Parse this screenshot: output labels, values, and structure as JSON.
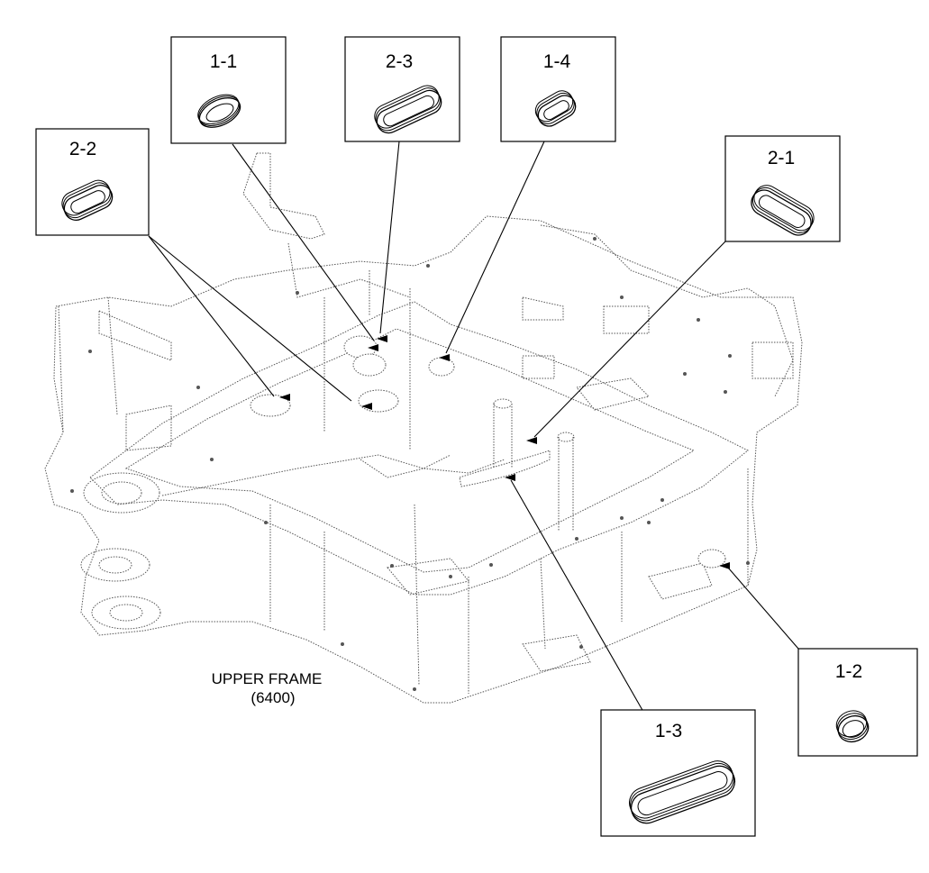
{
  "caption": {
    "line1": "UPPER FRAME",
    "line2": "(6400)"
  },
  "callouts": [
    {
      "id": "1-1",
      "label": "1-1",
      "shape": "oval-grommet"
    },
    {
      "id": "2-3",
      "label": "2-3",
      "shape": "long-oval-grommet"
    },
    {
      "id": "1-4",
      "label": "1-4",
      "shape": "oval-grommet"
    },
    {
      "id": "2-2",
      "label": "2-2",
      "shape": "oval-grommet"
    },
    {
      "id": "2-1",
      "label": "2-1",
      "shape": "long-oval-grommet"
    },
    {
      "id": "1-2",
      "label": "1-2",
      "shape": "round-grommet"
    },
    {
      "id": "1-3",
      "label": "1-3",
      "shape": "long-oval-grommet"
    }
  ],
  "colors": {
    "line": "#000000",
    "frame": "#555555",
    "background": "#ffffff"
  }
}
